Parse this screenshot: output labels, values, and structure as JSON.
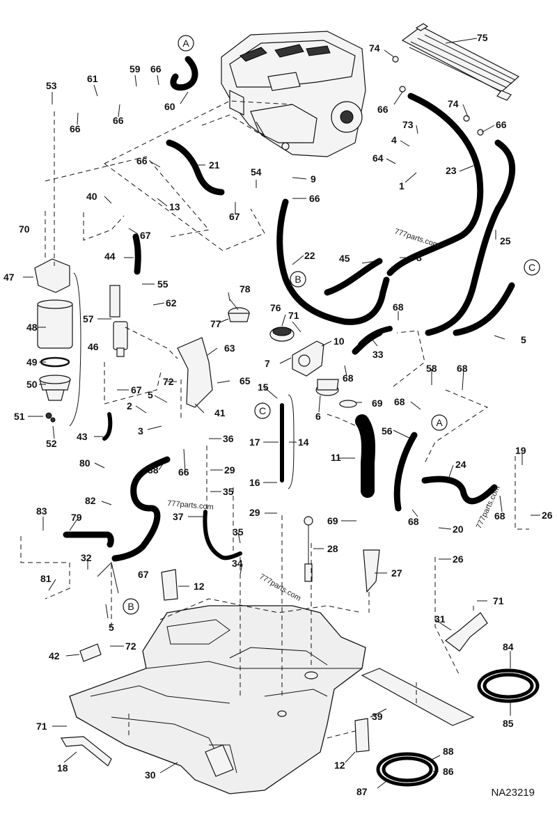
{
  "drawing_code": "NA23219",
  "watermarks": [
    "777parts.com",
    "777parts.com",
    "777parts.com",
    "777parts.com"
  ],
  "callouts": [
    "A",
    "B",
    "C",
    "A",
    "C",
    "B"
  ],
  "part_labels": [
    "74",
    "75",
    "66",
    "74",
    "66",
    "73",
    "4",
    "64",
    "1",
    "23",
    "25",
    "53",
    "61",
    "59",
    "66",
    "60",
    "66",
    "66",
    "21",
    "66",
    "13",
    "54",
    "67",
    "9",
    "66",
    "70",
    "40",
    "67",
    "44",
    "47",
    "55",
    "62",
    "57",
    "48",
    "46",
    "49",
    "50",
    "51",
    "52",
    "22",
    "45",
    "8",
    "5",
    "68",
    "33",
    "76",
    "71",
    "10",
    "7",
    "68",
    "6",
    "69",
    "78",
    "77",
    "63",
    "72",
    "65",
    "41",
    "5",
    "2",
    "3",
    "15",
    "17",
    "14",
    "16",
    "58",
    "68",
    "68",
    "56",
    "24",
    "19",
    "68",
    "68",
    "26",
    "20",
    "26",
    "43",
    "67",
    "80",
    "82",
    "38",
    "66",
    "36",
    "29",
    "35",
    "37",
    "35",
    "11",
    "29",
    "69",
    "28",
    "27",
    "83",
    "79",
    "32",
    "81",
    "67",
    "5",
    "72",
    "42",
    "12",
    "34",
    "71",
    "31",
    "84",
    "85",
    "39",
    "71",
    "18",
    "30",
    "12",
    "88",
    "86",
    "87"
  ]
}
